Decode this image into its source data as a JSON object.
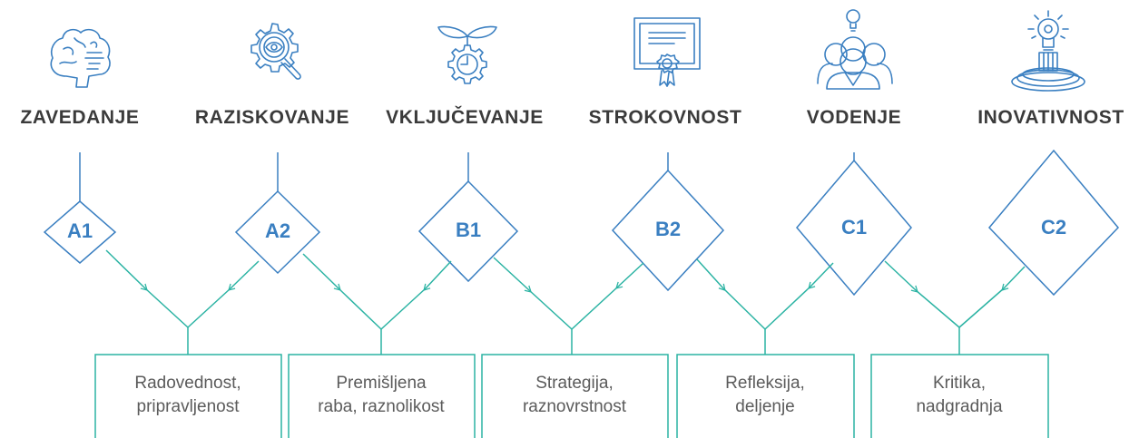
{
  "stages": [
    {
      "title": "ZAVEDANJE",
      "icon": "brain-icon",
      "level": "A1"
    },
    {
      "title": "RAZISKOVANJE",
      "icon": "magnifier-gear-icon",
      "level": "A2"
    },
    {
      "title": "VKLJUČEVANJE",
      "icon": "plant-gear-icon",
      "level": "B1"
    },
    {
      "title": "STROKOVNOST",
      "icon": "certificate-icon",
      "level": "B2"
    },
    {
      "title": "VODENJE",
      "icon": "team-lightbulb-icon",
      "level": "C1"
    },
    {
      "title": "INOVATIVNOST",
      "icon": "lightbulb-pedestal-icon",
      "level": "C2"
    }
  ],
  "transitions": [
    {
      "text": "Radovednost,\npripravljenost"
    },
    {
      "text": "Premišljena\nraba, raznolikost"
    },
    {
      "text": "Strategija,\nraznovrstnost"
    },
    {
      "text": "Refleksija,\ndeljenje"
    },
    {
      "text": "Kritika,\nnadgradnja"
    }
  ],
  "colors": {
    "blue": "#3a7fc1",
    "teal": "#2bb3a3",
    "text": "#3b3b3b",
    "box_text": "#5b5b5b"
  }
}
